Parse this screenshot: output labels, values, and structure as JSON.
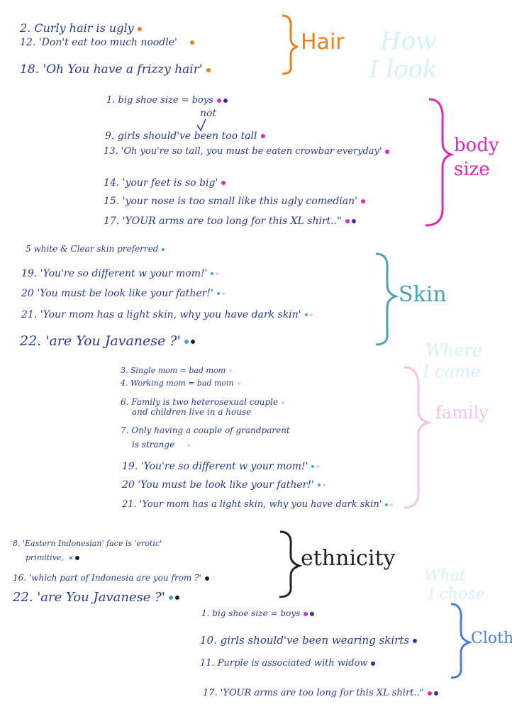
{
  "colors": {
    "ink": "#283a8c",
    "orange": "#f07d1d",
    "magenta": "#d92ab9",
    "teal": "#4aa3b5",
    "black": "#222222",
    "light_blue": "#8ed8ee",
    "light_pink": "#f2c4ec"
  },
  "hair": {
    "label": "Hair",
    "items": [
      {
        "text": "2. Curly hair is ugly",
        "dots": [
          "orange"
        ]
      },
      {
        "text": "12. 'Don't eat too much noodle'",
        "dots": [
          "orange"
        ]
      },
      {
        "text": "18. 'Oh You have a frizzy hair'",
        "dots": [
          "orange"
        ]
      }
    ]
  },
  "how_i_look": {
    "line1": "How",
    "line2": "I look"
  },
  "body_size": {
    "label_line1": "body",
    "label_line2": "size",
    "insert_note": "not",
    "items": [
      {
        "text": "1. big shoe size = boys",
        "dots": [
          "magenta",
          "ink"
        ]
      },
      {
        "text": "9. girls should've been too tall",
        "dots": [
          "magenta"
        ]
      },
      {
        "text": "13. 'Oh you're so tall, you must be eaten crowbar everyday'",
        "dots": [
          "magenta"
        ]
      },
      {
        "text": "14. 'your feet is so big'",
        "dots": [
          "magenta"
        ]
      },
      {
        "text": "15. 'your nose is too small like this ugly comedian'",
        "dots": [
          "magenta"
        ]
      },
      {
        "text": "17. 'YOUR arms are too long for this XL shirt..\"",
        "dots": [
          "magenta",
          "ink"
        ]
      }
    ]
  },
  "skin": {
    "label": "Skin",
    "items": [
      {
        "text": "5 white & Clear skin preferred",
        "dots": [
          "teal"
        ]
      },
      {
        "text": "19. 'You're so different w your mom!'",
        "dots": [
          "teal",
          "light_pink"
        ]
      },
      {
        "text": "20 'You must be look like your father!'",
        "dots": [
          "teal",
          "light_pink"
        ]
      },
      {
        "text": "21. 'Your mom has a light skin, why you have dark skin'",
        "dots": [
          "teal",
          "light_pink"
        ]
      },
      {
        "text": "22. 'are You Javanese ?'",
        "dots": [
          "teal",
          "black"
        ]
      }
    ]
  },
  "where_i_came": {
    "line1": "Where",
    "line2": "I came"
  },
  "family": {
    "label": "family",
    "items": [
      {
        "text": "3. Single mom = bad mom",
        "dots": [
          "light_pink"
        ]
      },
      {
        "text": "4. Working mom = bad mom",
        "dots": [
          "light_pink"
        ]
      },
      {
        "text": "6. Family is two heterosexual couple",
        "dots": [
          "light_pink"
        ]
      },
      {
        "text": "and children live in a house",
        "dots": []
      },
      {
        "text": "7. Only having a couple of grandparent",
        "dots": []
      },
      {
        "text": "is strange",
        "dots": [
          "light_pink"
        ]
      },
      {
        "text": "19. 'You're so different w your mom!'",
        "dots": [
          "teal",
          "light_pink"
        ]
      },
      {
        "text": "20 'You must be look like your father!'",
        "dots": [
          "teal",
          "light_pink"
        ]
      },
      {
        "text": "21. 'Your mom has a light skin, why you have dark skin'",
        "dots": [
          "teal",
          "light_pink"
        ]
      }
    ]
  },
  "ethnicity": {
    "label": "ethnicity",
    "items": [
      {
        "text": "8. 'Eastern Indonesian' face is 'erotic'",
        "dots": []
      },
      {
        "text": "primitive,",
        "dots": [
          "teal",
          "black"
        ]
      },
      {
        "text": "16. 'which part of Indonesia are you from ?'",
        "dots": [
          "black"
        ]
      },
      {
        "text": "22. 'are You Javanese ?'",
        "dots": [
          "teal",
          "black"
        ]
      }
    ]
  },
  "what_i_chose": {
    "line1": "What",
    "line2": "I chose"
  },
  "clothes": {
    "label": "Clothes",
    "items": [
      {
        "text": "1. big shoe size = boys",
        "dots": [
          "magenta",
          "ink"
        ]
      },
      {
        "text": "10. girls should've been wearing skirts",
        "dots": [
          "ink"
        ]
      },
      {
        "text": "11. Purple is associated with widow",
        "dots": [
          "ink"
        ]
      },
      {
        "text": "17. 'YOUR arms are too long for this XL shirt..\"",
        "dots": [
          "magenta",
          "ink"
        ]
      }
    ]
  }
}
